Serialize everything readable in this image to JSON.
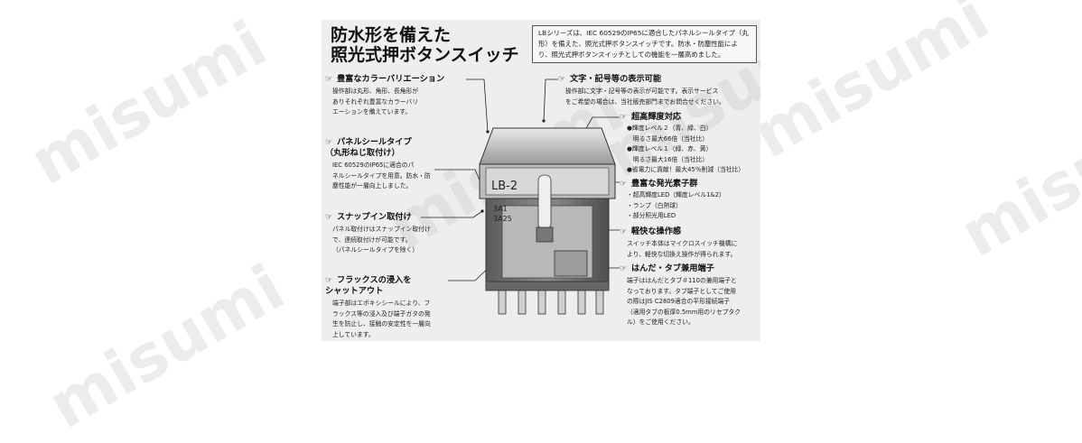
{
  "watermark": "misumi",
  "title": [
    "防水形を備えた",
    "照光式押ボタンスイッチ"
  ],
  "intro": "LBシリーズは、IEC 60529のIP65に適合したパネルシールタイプ（丸形）を備えた、照光式押ボタンスイッチです。防水・防塵性能により、照光式押ボタンスイッチとしての機能を一層高めました。",
  "switch_label": {
    "model": "LB-2",
    "rating1": "3A1",
    "rating2": "3A25"
  },
  "features_left": [
    {
      "heading": "豊富なカラーバリエーション",
      "text": "操作部は丸形、角形、長角形が\nありそれぞれ豊富なカラーバリ\nエーションを備えています。"
    },
    {
      "heading": "パネルシールタイプ\n（丸形ねじ取付け）",
      "text": "IEC 60529のIP65に適合のパ\nネルシールタイプを用意。防水・防\n塵性能が一層向上しました。"
    },
    {
      "heading": "スナップイン取付け",
      "text": "パネル取付けはスナップイン取付け\nで、連続取付けが可能です。\n（パネルシールタイプを除く）"
    },
    {
      "heading": "フラックスの浸入を\nシャットアウト",
      "text": "端子部はエポキシシールにより、フ\nラックス等の浸入及び端子ガタの発\n生を防止し、接触の安定性を一層向\n上しています。"
    }
  ],
  "features_right": [
    {
      "heading": "文字・記号等の表示可能",
      "text": "操作部に文字・記号等の表示が可能です。表示サービス\nをご希望の場合は、当社販売部門までお問合せください。"
    },
    {
      "heading": "超高輝度対応",
      "items": [
        "●輝度レベル２（青、緑、白）\n　明るさ最大66倍（当社比）",
        "●輝度レベル１（緑、赤、黄）\n　明るさ最大16倍（当社比）",
        "●省電力に貢献！最大45％削減（当社比）"
      ]
    },
    {
      "heading": "豊富な発光素子群",
      "items": [
        "・超高輝度LED（輝度レベル1&2）",
        "・ランプ（白熱球）",
        "・部分照光用LED"
      ]
    },
    {
      "heading": "軽快な操作感",
      "text": "スイッチ本体はマイクロスイッチ機構に\nより、軽快な切換え操作が得られます。"
    },
    {
      "heading": "はんだ・タブ兼用端子",
      "text": "端子ははんだとタブ＃110の兼用端子と\nなっております。タブ端子としてご使用\nの際はJIS C2809適合の平形接続端子\n（適用タブの板厚0.5mm用のリセプタク\nル）をご使用ください。"
    }
  ]
}
